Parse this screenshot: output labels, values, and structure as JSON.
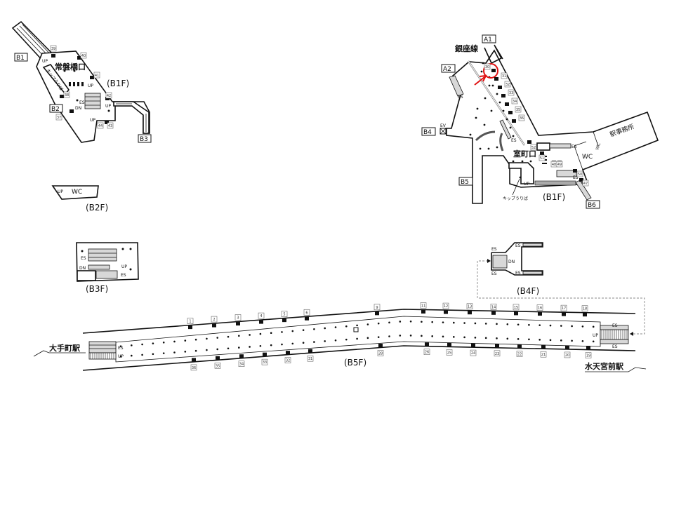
{
  "colors": {
    "line": "#111111",
    "escalator": "#d8d8d8",
    "highlight": "#e01010",
    "dashed": "#888888"
  },
  "left_b1f": {
    "floor": "(B1F)",
    "exit_name": "常盤橋口",
    "ticket": "キップうりば",
    "exits": {
      "b1": "B1",
      "b2": "B2",
      "b3": "B3"
    },
    "up": "UP",
    "dn": "DN",
    "es": "ES",
    "door_numbers": [
      "39",
      "40",
      "41",
      "42",
      "38",
      "37",
      "44",
      "43"
    ]
  },
  "b2f": {
    "floor": "(B2F)",
    "wc": "WC",
    "up": "UP"
  },
  "b3f": {
    "floor": "(B3F)",
    "es": "ES",
    "dn": "DN",
    "up": "UP"
  },
  "b4f": {
    "floor": "(B4F)",
    "es": "ES",
    "dn": "DN"
  },
  "right_b1f": {
    "floor": "(B1F)",
    "line_name": "銀座線",
    "exit_name": "室町口",
    "ticket": "キップうりば",
    "office": "駅事務所",
    "wc": "WC",
    "ev": "EV",
    "es": "ES",
    "up": "UP",
    "exits": {
      "a1": "A1",
      "a2": "A2",
      "b4": "B4",
      "b5": "B5",
      "b6": "B6"
    },
    "door_numbers": [
      "30",
      "31",
      "32",
      "33",
      "34",
      "35",
      "36",
      "52",
      "51",
      "48",
      "49",
      "50",
      "47"
    ]
  },
  "platform": {
    "floor": "(B5F)",
    "west_station": "大手町駅",
    "east_station": "水天宮前駅",
    "es": "ES",
    "up": "UP",
    "top_doors": [
      "1",
      "2",
      "3",
      "4",
      "5",
      "6",
      "9",
      "11",
      "12",
      "13",
      "14",
      "15",
      "16",
      "17",
      "18"
    ],
    "bottom_doors": [
      "36",
      "35",
      "34",
      "33",
      "32",
      "31",
      "28",
      "26",
      "25",
      "24",
      "23",
      "22",
      "21",
      "20",
      "19"
    ]
  }
}
